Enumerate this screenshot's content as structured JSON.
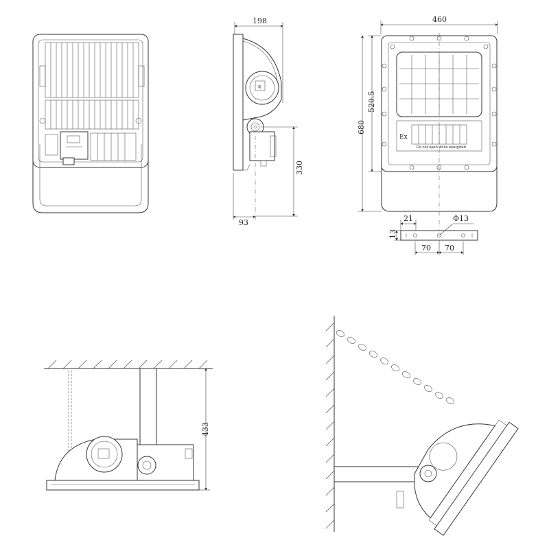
{
  "dimensions": {
    "side_depth": "198",
    "side_bracket_height": "330",
    "side_bracket_offset": "93",
    "front_width": "460",
    "front_total_height": "680",
    "front_body_height": "520.5",
    "bracket_edge": "21",
    "bracket_hole": "Φ13",
    "bracket_thickness": "13",
    "bracket_hole_spacing_left": "70",
    "bracket_hole_spacing_right": "70",
    "ceiling_mount_height": "433"
  },
  "labels": {
    "ex_mark": "Ex",
    "warning": "Do not open while energized"
  }
}
